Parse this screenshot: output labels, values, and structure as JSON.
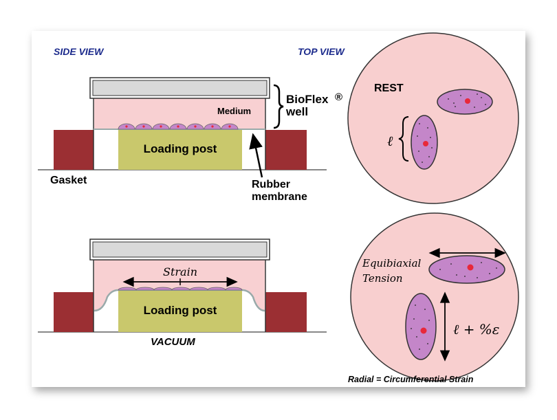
{
  "side_view_label": "SIDE VIEW",
  "top_view_label": "TOP VIEW",
  "bioflex_label": "BioFlex",
  "registered_mark": "®",
  "well_label": "well",
  "medium_label": "Medium",
  "loading_post_label": "Loading post",
  "gasket_label": "Gasket",
  "rubber_label": "Rubber",
  "membrane_label": "membrane",
  "strain_label": "Strain",
  "vacuum_label": "VACUUM",
  "rest_label": "REST",
  "length_symbol": "ℓ",
  "length_strained": "ℓ + %ε",
  "equibiaxial_label": "Equibiaxial",
  "tension_label": "Tension",
  "radial_label": "Radial = Circumferential Strain",
  "colors": {
    "gasket": "#9b2f33",
    "post": "#c9c86c",
    "medium": "#f8d0d2",
    "lid": "#d9d9d9",
    "cell": "#c486c9",
    "nucleus": "#e8283a",
    "circle": "#f8cfcf",
    "label_blue": "#1b2a8c"
  }
}
